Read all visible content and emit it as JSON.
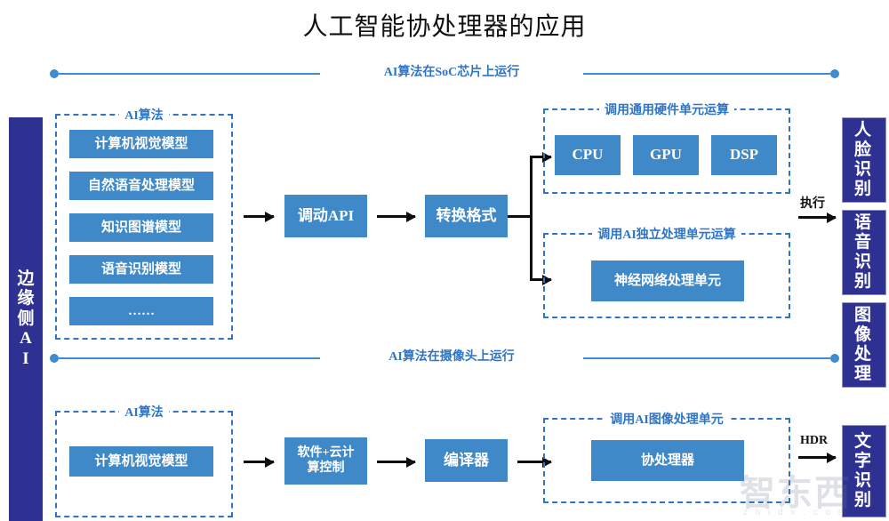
{
  "title": "人工智能协处理器的应用",
  "colors": {
    "navy": "#2e3191",
    "blue_box": "#4089c8",
    "accent_blue": "#2e75c6",
    "line_blue": "#3f8ccf",
    "arrow": "#0d0d0d"
  },
  "rails": {
    "left_label": "边缘侧AI",
    "outputs": [
      {
        "label": "人脸识别"
      },
      {
        "label": "语音识别"
      },
      {
        "label": "图像处理"
      },
      {
        "label": "文字识别"
      }
    ]
  },
  "sections": [
    {
      "label": "AI算法在SoC芯片上运行"
    },
    {
      "label": "AI算法在摄像头上运行"
    }
  ],
  "top_flow": {
    "algo_group_title": "AI算法",
    "algo_items": [
      {
        "label": "计算机视觉模型"
      },
      {
        "label": "自然语音处理模型"
      },
      {
        "label": "知识图谱模型"
      },
      {
        "label": "语音识别模型"
      },
      {
        "label": "……"
      }
    ],
    "step_api": "调动API",
    "step_convert": "转换格式",
    "hw_group_title": "调用通用硬件单元运算",
    "hw_units": [
      {
        "label": "CPU"
      },
      {
        "label": "GPU"
      },
      {
        "label": "DSP"
      }
    ],
    "ai_group_title": "调用AI独立处理单元运算",
    "ai_unit": "神经网络处理单元",
    "exec_label": "执行"
  },
  "bottom_flow": {
    "algo_group_title": "AI算法",
    "algo_item": "计算机视觉模型",
    "step_software": "软件+云计\n算控制",
    "step_software_line1": "软件+云计",
    "step_software_line2": "算控制",
    "step_compiler": "编译器",
    "img_group_title": "调用AI图像处理单元",
    "img_unit": "协处理器",
    "hdr_label": "HDR"
  },
  "watermark": {
    "text": "智东西",
    "sub": "z h i d x . c o m"
  }
}
